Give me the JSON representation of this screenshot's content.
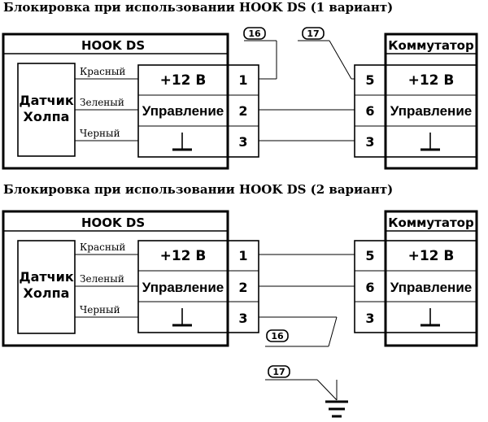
{
  "variant1": {
    "title": "Блокировка  при использовании HOOK DS (1 вариант)",
    "hook_title": "HOOK DS",
    "sensor_line1": "Датчик",
    "sensor_line2": "Холпа",
    "wire_red": "Красный",
    "wire_green": "Зеленый",
    "wire_black": "Черный",
    "plus12": "+12  В",
    "control": "Управление",
    "pin1": "1",
    "pin2": "2",
    "pin3": "3",
    "tag16": "16",
    "tag17": "17",
    "switch_title": "Коммутатор",
    "pin5": "5",
    "pin6": "6",
    "pin3r": "3",
    "plus12r": "+12  В",
    "control_r": "Управление"
  },
  "variant2": {
    "title": "Блокировка  при использовании HOOK DS (2 вариант)",
    "hook_title": "HOOK DS",
    "sensor_line1": "Датчик",
    "sensor_line2": "Холпа",
    "wire_red": "Красный",
    "wire_green": "Зеленый",
    "wire_black": "Черный",
    "plus12": "+12  В",
    "control": "Управление",
    "pin1": "1",
    "pin2": "2",
    "pin3": "3",
    "tag16": "16",
    "tag17": "17",
    "switch_title": "Коммутатор",
    "pin5": "5",
    "pin6": "6",
    "pin3r": "3",
    "plus12r": "+12  В",
    "control_r": "Управление"
  }
}
